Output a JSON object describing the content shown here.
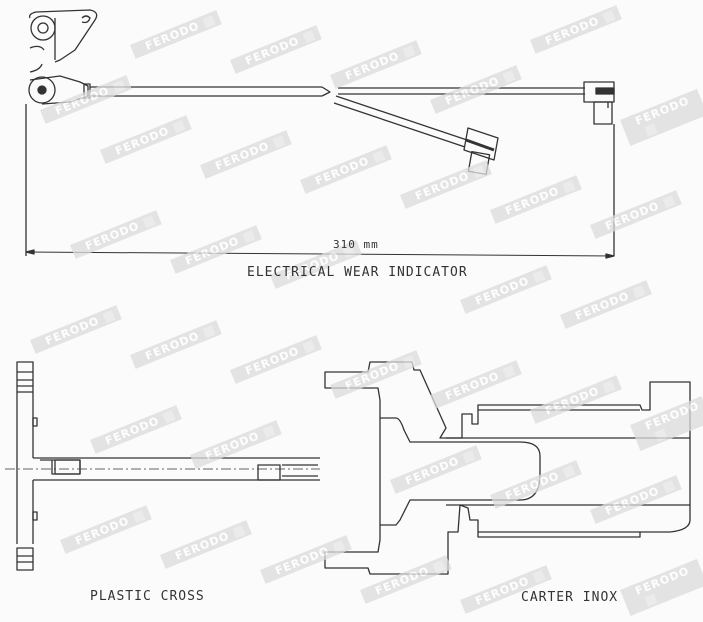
{
  "document": {
    "watermark_text": "FERODO",
    "colors": {
      "line": "#333333",
      "background": "#fbfbfb",
      "watermark": "#dcdcdc"
    }
  },
  "sections": {
    "wear_indicator": {
      "title": "ELECTRICAL WEAR INDICATOR",
      "dimension_label": "310 mm"
    },
    "plastic_cross": {
      "title": "PLASTIC CROSS"
    },
    "carter_inox": {
      "title": "CARTER INOX"
    }
  }
}
